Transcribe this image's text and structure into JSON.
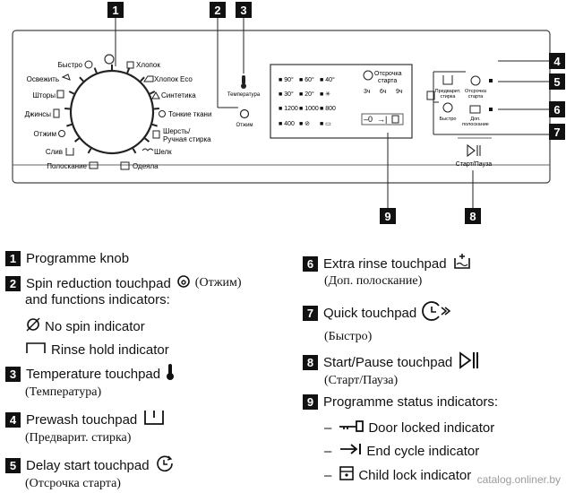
{
  "panel": {
    "callouts": [
      "1",
      "2",
      "3",
      "4",
      "5",
      "6",
      "7",
      "8",
      "9"
    ],
    "dial_labels": {
      "left": [
        "Быстро",
        "Освежить",
        "Шторы",
        "Джинсы",
        "Отжим",
        "Слив",
        "Полоскание"
      ],
      "right": [
        "Хлопок",
        "Хлопок Eco",
        "Синтетика",
        "Тонкие ткани",
        "Шерсть/",
        "Ручная стирка",
        "Шелк",
        "Одеяла"
      ]
    },
    "temp_label": "Температура",
    "spin_label": "Отжим",
    "display": {
      "row1": [
        "90°",
        "60°",
        "40°"
      ],
      "row2": [
        "30°",
        "20°"
      ],
      "row3": [
        "1200",
        "1000",
        "800"
      ],
      "row4": [
        "400"
      ],
      "delay_title": "Отсрочка",
      "delay_title2": "старта",
      "hours": [
        "3ч",
        "6ч",
        "9ч"
      ]
    },
    "buttons": {
      "prewash": "Предварит.",
      "prewash2": "стирка",
      "delay": "Отсрочка",
      "delay2": "старта",
      "quick": "Быстро",
      "extra_rinse": "Доп.",
      "extra_rinse2": "полоскание",
      "start_pause": "Старт/Пауза"
    }
  },
  "legend": [
    {
      "num": "1",
      "text": "Programme knob"
    },
    {
      "num": "2",
      "text": "Spin reduction touchpad",
      "ru": "(Отжим)",
      "text2": "and functions indicators:",
      "subs": [
        {
          "icon": "no-spin-icon",
          "text": "No spin indicator"
        },
        {
          "icon": "rinse-hold-icon",
          "text": "Rinse hold indicator"
        }
      ]
    },
    {
      "num": "3",
      "text": "Temperature touchpad",
      "ru": "(Температура)"
    },
    {
      "num": "4",
      "text": "Prewash touchpad",
      "ru": "(Предварит. стирка)"
    },
    {
      "num": "5",
      "text": "Delay start touchpad",
      "ru": "(Отсрочка старта)"
    },
    {
      "num": "6",
      "text": "Extra rinse touchpad",
      "ru": "(Доп. полоскание)"
    },
    {
      "num": "7",
      "text": "Quick touchpad",
      "ru": "(Быстро)"
    },
    {
      "num": "8",
      "text": "Start/Pause touchpad",
      "ru": "(Старт/Пауза)"
    },
    {
      "num": "9",
      "text": "Programme status indicators:",
      "subs": [
        {
          "icon": "door-lock-icon",
          "text": "Door locked indicator"
        },
        {
          "icon": "end-cycle-icon",
          "text": "End cycle indicator"
        },
        {
          "icon": "child-lock-icon",
          "text": "Child lock indicator"
        }
      ]
    }
  ],
  "watermark": "catalog.onliner.by"
}
